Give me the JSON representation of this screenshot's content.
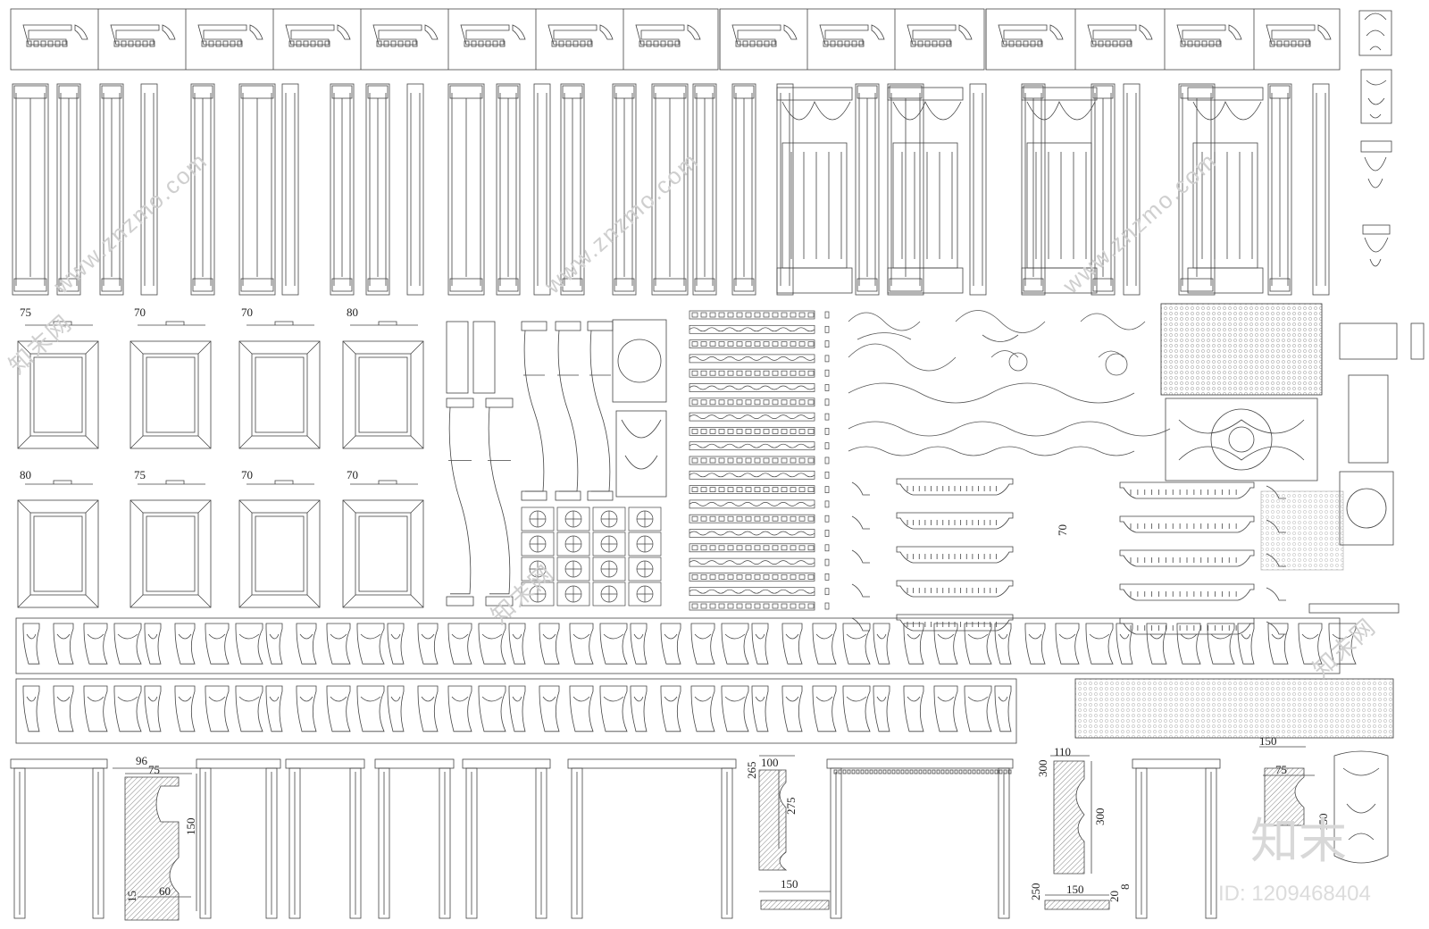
{
  "sheet": {
    "panel_dims": [
      "75",
      "70",
      "70",
      "80",
      "80",
      "75",
      "70",
      "70"
    ],
    "profile_dims": {
      "a": "96",
      "b": "75",
      "c": "150",
      "d": "15",
      "e": "60",
      "f": "265",
      "g": "100",
      "h": "275",
      "i": "150",
      "j": "300",
      "k": "110",
      "l": "300",
      "m": "250",
      "n": "150",
      "o": "20",
      "p": "8",
      "q": "150",
      "r": "75",
      "s": "150",
      "t": "70"
    },
    "watermarks": [
      "www.znzmo.com",
      "知末网",
      "www.znzmo.com",
      "知末网",
      "www.znzmo.com",
      "知末网"
    ],
    "brand": "知末",
    "id_label": "ID: 1209468404"
  }
}
